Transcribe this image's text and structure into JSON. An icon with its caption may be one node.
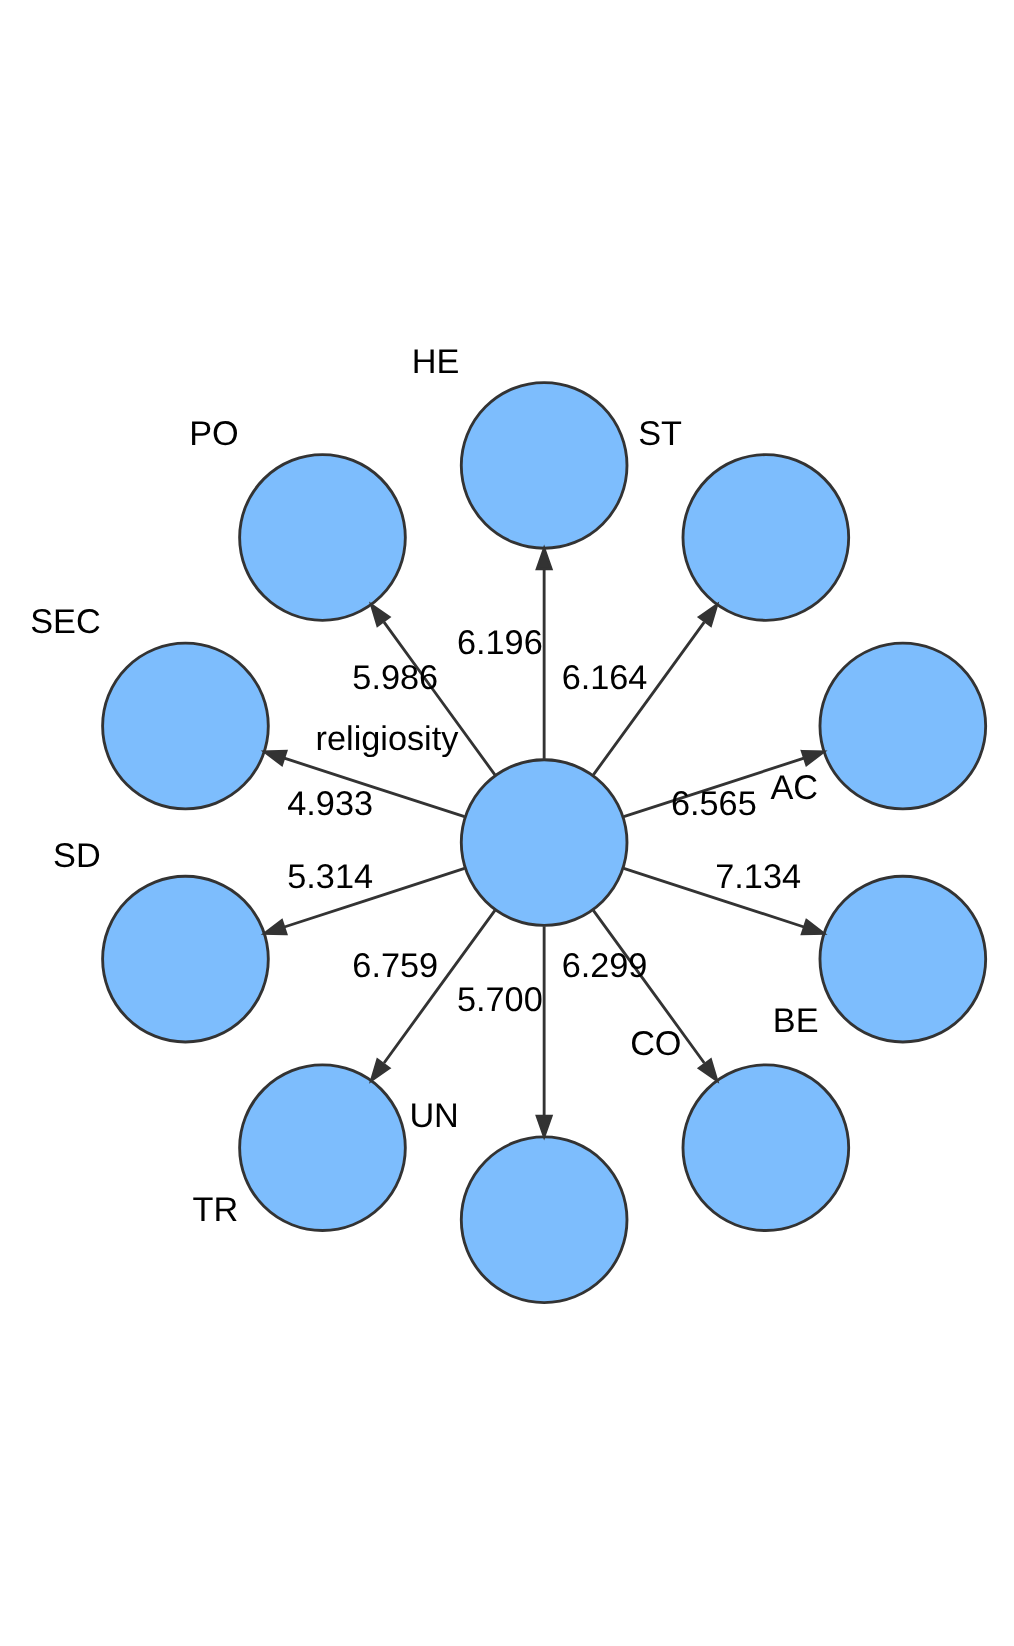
{
  "diagram": {
    "nodes": [
      {
        "text": [
          "AC"
        ]
      },
      {
        "text": [
          "ST"
        ]
      },
      {
        "text": [
          "HE"
        ]
      },
      {
        "text": [
          "PO"
        ]
      },
      {
        "text": [
          "SEC"
        ]
      },
      {
        "text": [
          "SD"
        ]
      },
      {
        "text": [
          "religiosity"
        ]
      },
      {
        "text": [
          "TR"
        ]
      },
      {
        "text": [
          "UN"
        ]
      },
      {
        "text": [
          "CO"
        ]
      },
      {
        "text": [
          "BE"
        ]
      }
    ],
    "edges": [
      {
        "from": 6,
        "to": 0,
        "arrow": "to",
        "label": "6.565"
      },
      {
        "from": 6,
        "to": 3,
        "arrow": "to",
        "label": "5.986"
      },
      {
        "from": 6,
        "to": 4,
        "arrow": "to",
        "label": "4.933"
      },
      {
        "from": 6,
        "to": 7,
        "arrow": "to",
        "label": "6.759"
      },
      {
        "from": 6,
        "to": 9,
        "arrow": "to",
        "label": "6.299"
      },
      {
        "from": 6,
        "to": 10,
        "arrow": "to",
        "label": "7.134"
      },
      {
        "from": 6,
        "to": 8,
        "arrow": "to",
        "label": "5.700"
      },
      {
        "from": 6,
        "to": 5,
        "arrow": "to",
        "label": "5.314"
      },
      {
        "from": 6,
        "to": 2,
        "arrow": "to",
        "label": "6.196"
      },
      {
        "from": 6,
        "to": 1,
        "arrow": "to",
        "label": "6.164"
      }
    ]
  }
}
